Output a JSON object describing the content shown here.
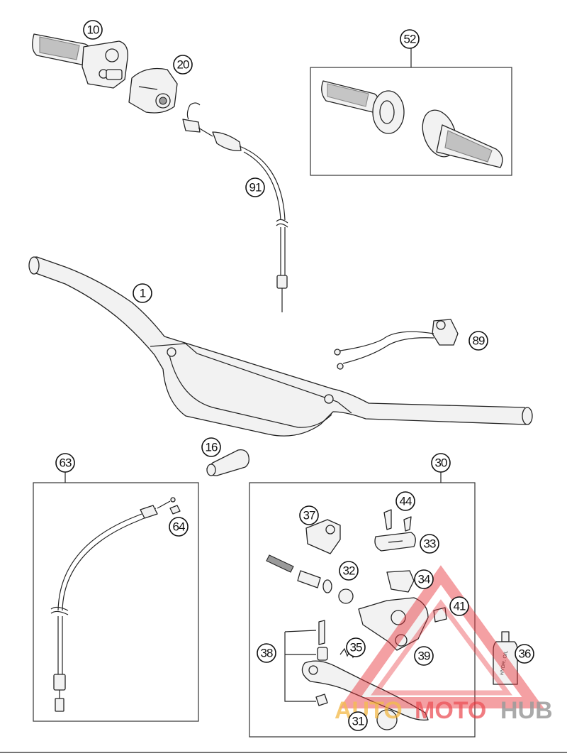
{
  "callouts": {
    "c10": "10",
    "c20": "20",
    "c52": "52",
    "c91": "91",
    "c1": "1",
    "c89": "89",
    "c16": "16",
    "c63": "63",
    "c30": "30",
    "c64": "64",
    "c44": "44",
    "c37": "37",
    "c33": "33",
    "c32": "32",
    "c34": "34",
    "c41": "41",
    "c38": "38",
    "c35": "35",
    "c39": "39",
    "c36": "36",
    "c31": "31"
  },
  "bottle_label": "HYDR. OIL",
  "watermark": {
    "part1": "AUTO",
    "part2": "MOTO",
    "part3": "HUB",
    "colors": {
      "auto": "#f2b233",
      "moto": "#e8333a",
      "hub": "#8a8a8a"
    }
  }
}
